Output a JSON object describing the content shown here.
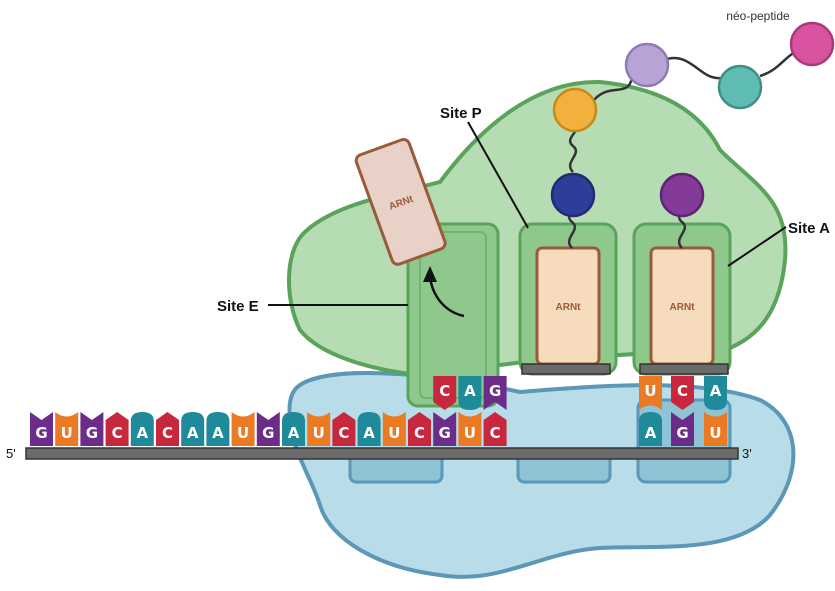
{
  "labels": {
    "peptide": "néo-peptide",
    "site_p": "Site P",
    "site_a": "Site A",
    "site_e": "Site E",
    "end5": "5'",
    "end3": "3'"
  },
  "trna_label": "ARNt",
  "mrna_sequence": [
    "G",
    "U",
    "G",
    "C",
    "A",
    "C",
    "A",
    "A",
    "U",
    "G",
    "A",
    "U",
    "C",
    "A",
    "U",
    "C",
    "G",
    "U",
    "C",
    "A",
    "G",
    "U"
  ],
  "anticodon_p": [
    "C",
    "A",
    "G"
  ],
  "anticodon_a": [
    "U",
    "C",
    "A"
  ],
  "base_colors": {
    "A": "#1f8a9a",
    "U": "#ea7a24",
    "G": "#6c2d8a",
    "C": "#c8283e"
  },
  "peptide_colors": [
    "#f2b13c",
    "#b7a3d6",
    "#5fbcb0",
    "#d8529f"
  ],
  "amino_acid_p_color": "#2e3c9a",
  "amino_acid_a_color": "#833a99"
}
